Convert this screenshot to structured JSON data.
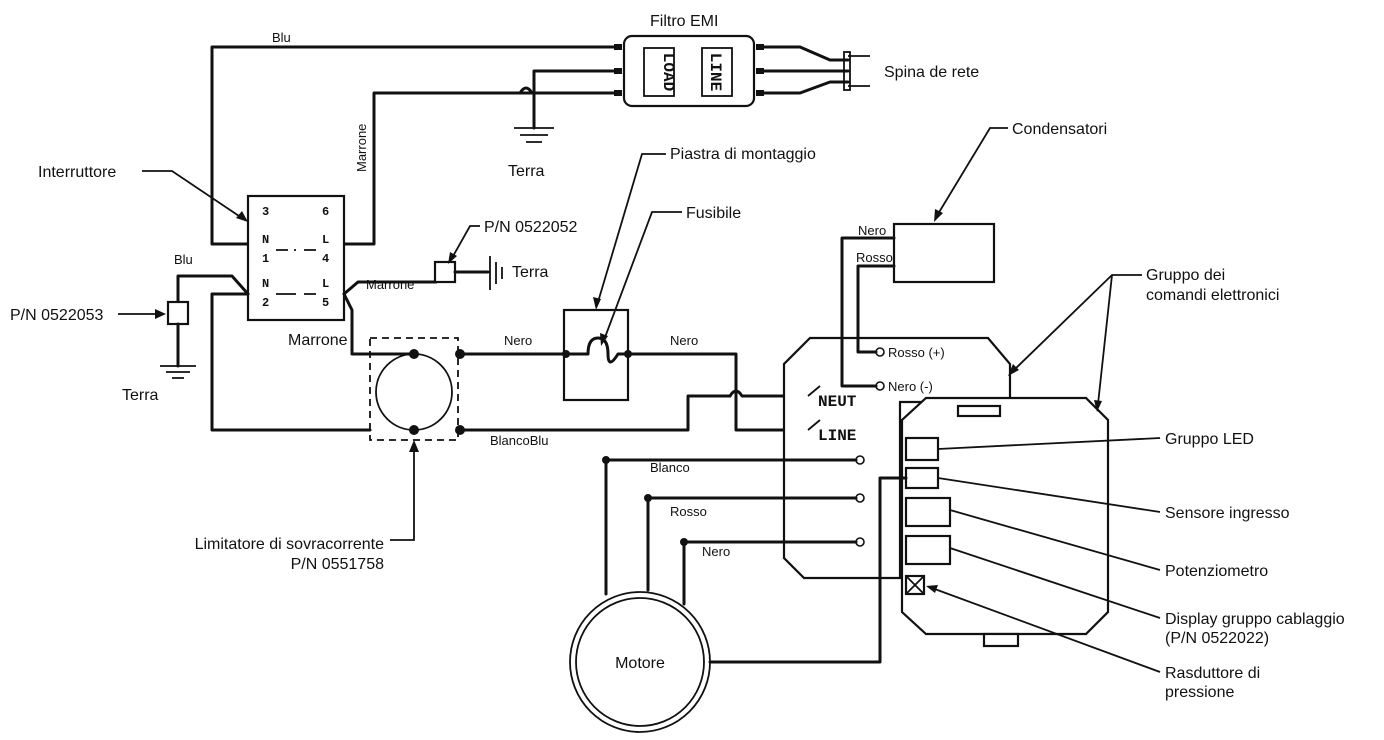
{
  "labels": {
    "filtro_emi": "Filtro EMI",
    "load": "LOAD",
    "line_filter": "LINE",
    "spina": "Spina de rete",
    "blu_top": "Blu",
    "marrone_vert": "Marrone",
    "terra_emi": "Terra",
    "interruttore": "Interruttore",
    "pn_0522052": "P/N 0522052",
    "terra_pn52": "Terra",
    "marrone_small": "Marrone",
    "blu_left": "Blu",
    "pn_0522053": "P/N 0522053",
    "terra_left": "Terra",
    "marrone_left": "Marrone",
    "piastra": "Piastra di montaggio",
    "fusibile": "Fusibile",
    "nero_1": "Nero",
    "nero_2": "Nero",
    "bianco_blu": "BlancoBlu",
    "limitatore_1": "Limitatore di sovracorrente",
    "limitatore_2": "P/N 0551758",
    "condensatori": "Condensatori",
    "nero_cond": "Nero",
    "rosso_cond": "Rosso",
    "rosso_plus": "Rosso (+)",
    "nero_minus": "Nero (-)",
    "neut": "NEUT",
    "line_term": "LINE",
    "gruppo_1": "Gruppo dei",
    "gruppo_2": "comandi elettronici",
    "gruppo_led": "Gruppo LED",
    "sensore": "Sensore ingresso",
    "potenziometro": "Potenziometro",
    "display_1": "Display gruppo cablaggio",
    "display_2": "(P/N 0522022)",
    "rasduttore_1": "Rasduttore di",
    "rasduttore_2": "pressione",
    "bianco": "Blanco",
    "rosso": "Rosso",
    "nero_motor": "Nero",
    "motore": "Motore"
  },
  "switch_pins": [
    "3",
    "6",
    "N",
    "L",
    "1",
    "4",
    "N",
    "L",
    "2",
    "5"
  ]
}
